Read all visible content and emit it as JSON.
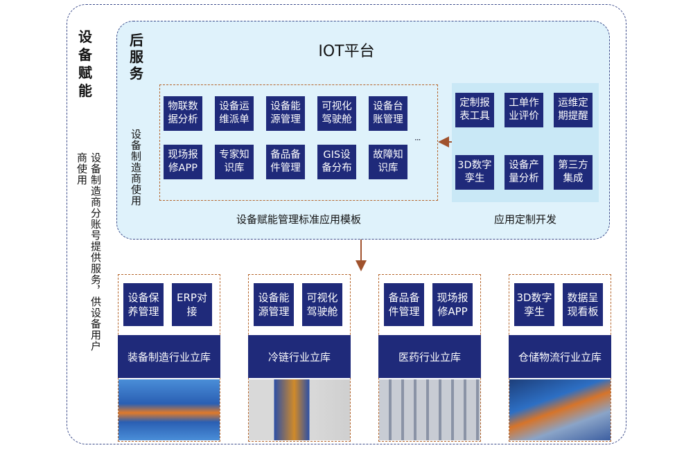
{
  "section_title": "设备赋能",
  "side_note": "设备制造商分账号提供服务，供设备用户商使用",
  "platform": {
    "side_label": "后服务",
    "title": "IOT平台",
    "maker_use": "设备制造商使用",
    "template": {
      "caption": "设备赋能管理标准应用模板",
      "ellipsis": "···",
      "tiles": [
        "物联数据分析",
        "设备运维派单",
        "设备能源管理",
        "可视化驾驶舱",
        "设备台账管理",
        "现场报修APP",
        "专家知识库",
        "备品备件管理",
        "GIS设备分布",
        "故障知识库"
      ]
    },
    "custom": {
      "caption": "应用定制开发",
      "tiles": [
        "定制报表工具",
        "工单作业评价",
        "运维定期提醒",
        "3D数字孪生",
        "设备产量分析",
        "第三方集成"
      ]
    }
  },
  "industries": [
    {
      "name": "装备制造行业立库",
      "tiles": [
        "设备保养管理",
        "ERP对接"
      ]
    },
    {
      "name": "冷链行业立库",
      "tiles": [
        "设备能源管理",
        "可视化驾驶舱"
      ]
    },
    {
      "name": "医药行业立库",
      "tiles": [
        "备品备件管理",
        "现场报修APP"
      ]
    },
    {
      "name": "仓储物流行业立库",
      "tiles": [
        "3D数字孪生",
        "数据呈现看板"
      ]
    }
  ],
  "colors": {
    "tile": "#1f2a7a",
    "platform_bg": "#dff2fb",
    "custom_bg": "#c9e8f6",
    "arrow": "#a0522d",
    "border": "#3a4a8a"
  }
}
